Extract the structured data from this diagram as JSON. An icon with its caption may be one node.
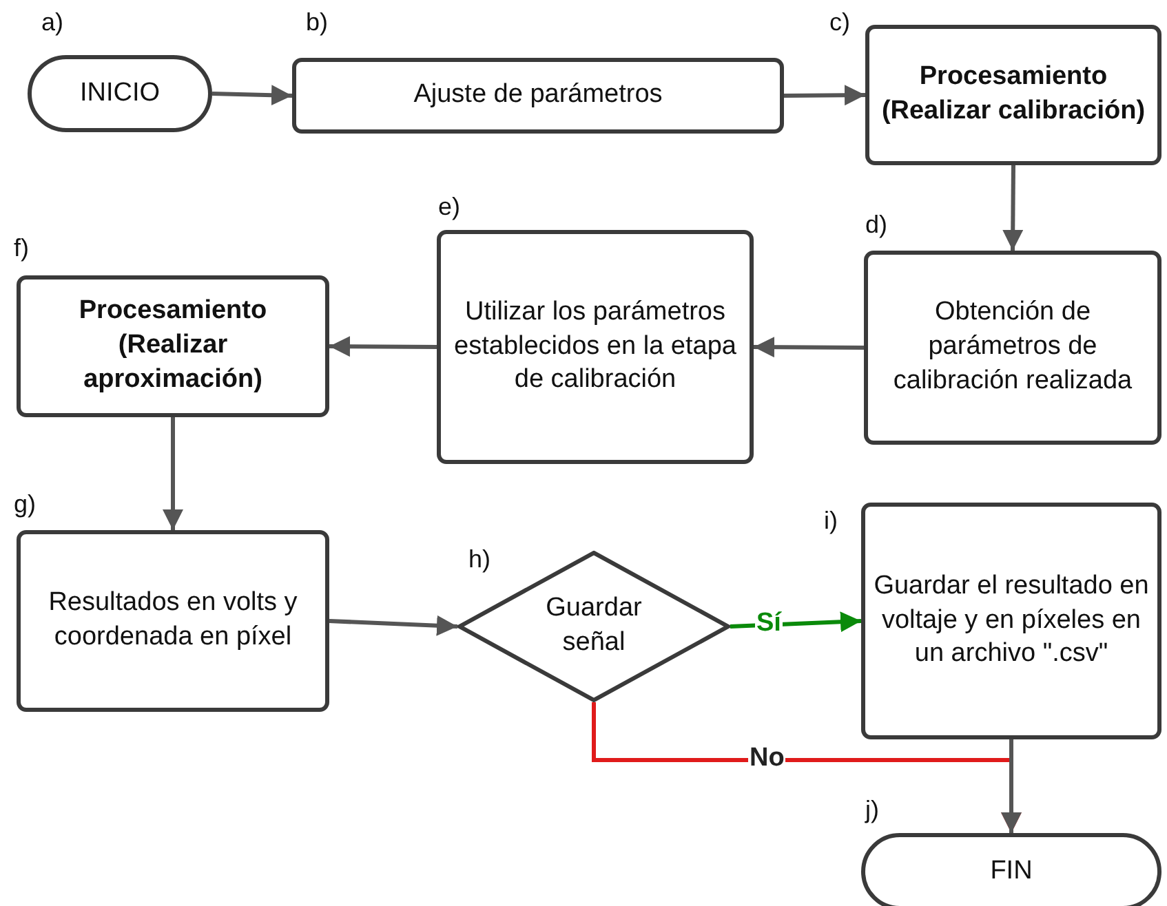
{
  "diagram": {
    "nodes": [
      {
        "text": [
          "INICIO"
        ],
        "beside": [
          "a)"
        ]
      },
      {
        "text": [
          "Ajuste de parámetros"
        ],
        "beside": [
          "b)"
        ]
      },
      {
        "text": [
          "Procesamiento (Realizar calibración)"
        ],
        "beside": [
          "c)"
        ]
      },
      {
        "text": [
          "Obtención de parámetros de calibración realizada"
        ],
        "beside": [
          "d)"
        ]
      },
      {
        "text": [
          "Utilizar los parámetros establecidos en la etapa de calibración"
        ],
        "beside": [
          "e)"
        ]
      },
      {
        "text": [
          "Procesamiento (Realizar aproximación)"
        ],
        "beside": [
          "f)"
        ]
      },
      {
        "text": [
          "Resultados en volts y coordenada en píxel"
        ],
        "beside": [
          "g)"
        ]
      },
      {
        "text": [
          "Guardar señal"
        ],
        "beside": [
          "h)"
        ]
      },
      {
        "text": [
          "Guardar el resultado en voltaje y en píxeles en un archivo \".csv\""
        ],
        "beside": [
          "i)"
        ]
      },
      {
        "text": [
          "FIN"
        ],
        "beside": [
          "j)"
        ]
      }
    ],
    "edges": [
      {
        "from": 0,
        "to": 1,
        "arrow": "to"
      },
      {
        "from": 1,
        "to": 2,
        "arrow": "to"
      },
      {
        "from": 2,
        "to": 3,
        "arrow": "to"
      },
      {
        "from": 3,
        "to": 4,
        "arrow": "to"
      },
      {
        "from": 4,
        "to": 5,
        "arrow": "to"
      },
      {
        "from": 5,
        "to": 6,
        "arrow": "to"
      },
      {
        "from": 6,
        "to": 7,
        "arrow": "to"
      },
      {
        "from": 7,
        "to": 8,
        "arrow": "to",
        "label": "Sí",
        "color": "#0a8a0a"
      },
      {
        "from": 7,
        "to": 9,
        "arrow": "to",
        "label": "No",
        "color": "#e01b1b"
      },
      {
        "from": 8,
        "to": 9,
        "arrow": "to"
      }
    ]
  }
}
